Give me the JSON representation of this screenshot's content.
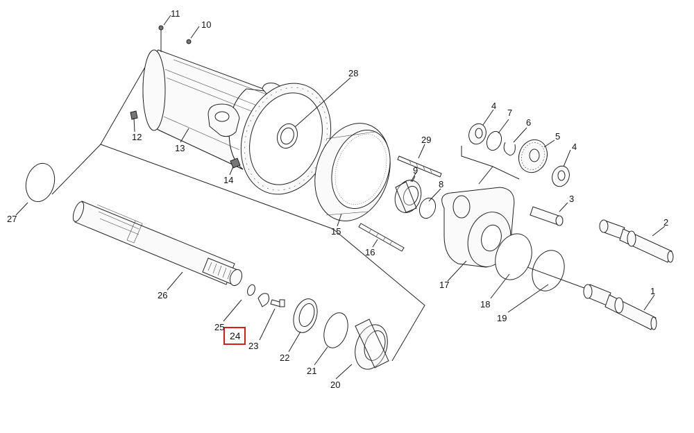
{
  "diagram": {
    "callouts": [
      "1",
      "2",
      "3",
      "4",
      "4",
      "5",
      "6",
      "7",
      "8",
      "9",
      "10",
      "11",
      "12",
      "13",
      "14",
      "15",
      "16",
      "17",
      "18",
      "19",
      "20",
      "21",
      "22",
      "23",
      "24",
      "25",
      "26",
      "27",
      "28",
      "29"
    ],
    "highlighted_callout": "24",
    "highlight_color": "#d71a1a",
    "line_color": "#222222"
  }
}
